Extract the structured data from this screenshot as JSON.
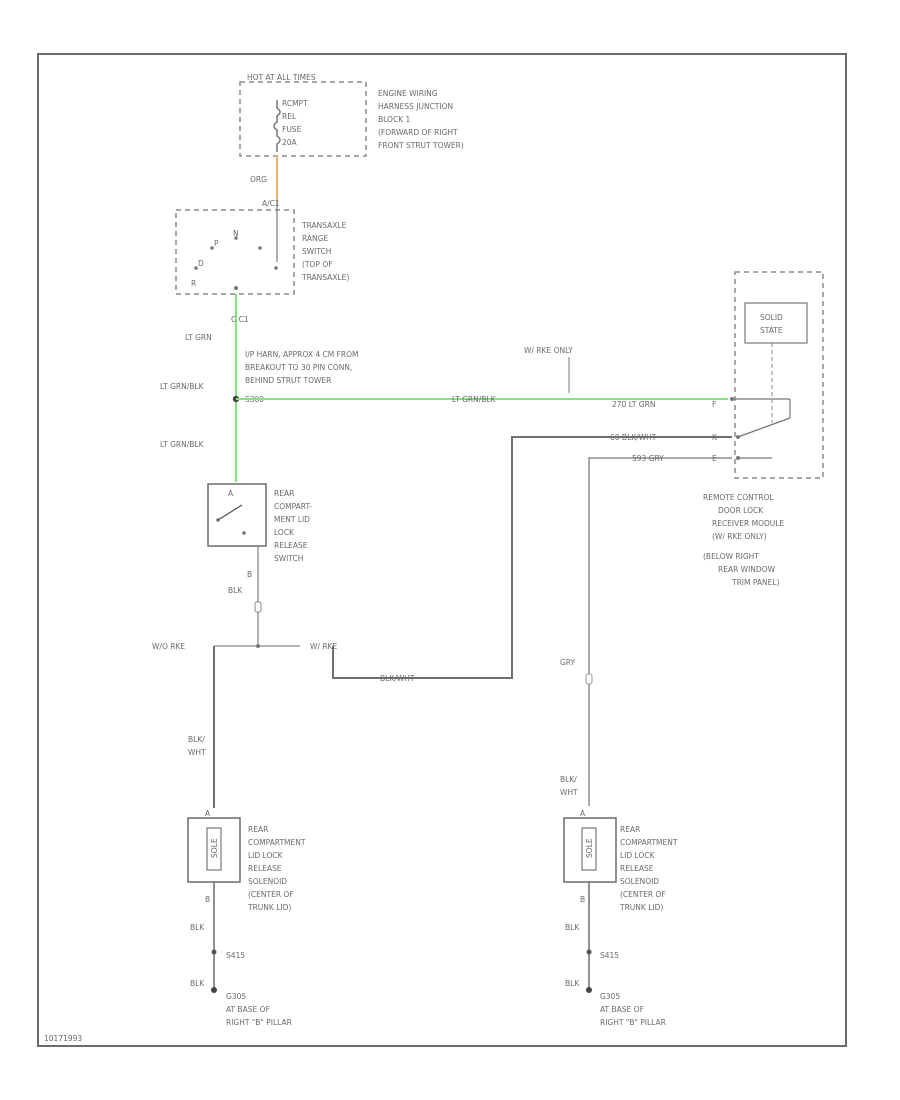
{
  "power_box": {
    "title": "HOT AT ALL TIMES",
    "fuse_lines": [
      "RCMPT",
      "REL",
      "FUSE",
      "20A"
    ],
    "location": [
      "ENGINE WIRING",
      "HARNESS JUNCTION",
      "BLOCK 1",
      "(FORWARD OF RIGHT",
      "FRONT STRUT TOWER)"
    ]
  },
  "wire_org": {
    "color_label": "ORG",
    "terminal": "A/C1"
  },
  "transaxle_switch": {
    "positions": [
      "N",
      "P",
      "D",
      "R"
    ],
    "location": [
      "TRANSAXLE",
      "RANGE",
      "SWITCH",
      "(TOP OF",
      "TRANSAXLE)"
    ],
    "terminal": "C C1"
  },
  "splice": {
    "wire_a": "LT GRN",
    "wire_b": "LT GRN/BLK",
    "wire_c": "LT GRN/BLK",
    "id": "S300",
    "note": [
      "I/P HARN, APPROX 4 CM FROM",
      "BREAKOUT TO 30 PIN CONN,",
      "BEHIND STRUT TOWER"
    ]
  },
  "receiver": {
    "variant_label": "W/ RKE ONLY",
    "wire_top": "LT GRN/BLK",
    "wire_top_pin": "270  LT GRN",
    "pin_f": "F",
    "wire_mid_pin": "60  BLK/WHT",
    "pin_k": "K",
    "wire_bot_pin": "593  GRY",
    "pin_e": "E",
    "solid_state": [
      "SOLID",
      "STATE"
    ],
    "location": [
      "REMOTE CONTROL",
      "DOOR LOCK",
      "RECEIVER MODULE",
      "(W/ RKE ONLY)",
      "(BELOW RIGHT",
      "REAR WINDOW",
      "TRIM PANEL)"
    ]
  },
  "release_switch": {
    "pin_a": "A",
    "pin_b": "B",
    "location": [
      "REAR",
      "COMPART-",
      "MENT LID",
      "LOCK",
      "RELEASE",
      "SWITCH"
    ],
    "wire_label": "BLK"
  },
  "branch": {
    "left_label": "W/O RKE",
    "right_label": "W/ RKE",
    "bottom_wire": "BLK/WHT"
  },
  "left_solenoid": {
    "wire_top": [
      "BLK/",
      "WHT"
    ],
    "pin_a": "A",
    "pin_b": "B",
    "coil_label": "SOLE",
    "location": [
      "REAR",
      "COMPARTMENT",
      "LID LOCK",
      "RELEASE",
      "SOLENOID",
      "(CENTER OF",
      "TRUNK LID)"
    ],
    "wire_bot": "BLK",
    "wire_id": "S415",
    "ground_wire": "BLK",
    "ground_id": "G305",
    "ground_location": [
      "AT BASE OF",
      "RIGHT \"B\" PILLAR"
    ]
  },
  "right_solenoid": {
    "wire_in": "GRY",
    "wire_top": [
      "BLK/",
      "WHT"
    ],
    "pin_a": "A",
    "pin_b": "B",
    "coil_label": "SOLE",
    "location": [
      "REAR",
      "COMPARTMENT",
      "LID LOCK",
      "RELEASE",
      "SOLENOID",
      "(CENTER OF",
      "TRUNK LID)"
    ],
    "wire_bot": "BLK",
    "wire_id": "S415",
    "ground_wire": "BLK",
    "ground_id": "G305",
    "ground_location": [
      "AT BASE OF",
      "RIGHT \"B\" PILLAR"
    ]
  },
  "footer_id": "10171993",
  "colors": {
    "org": "#f0b070",
    "lt_grn": "#7de87d",
    "wire": "#707070",
    "gry": "#aaaaaa"
  }
}
